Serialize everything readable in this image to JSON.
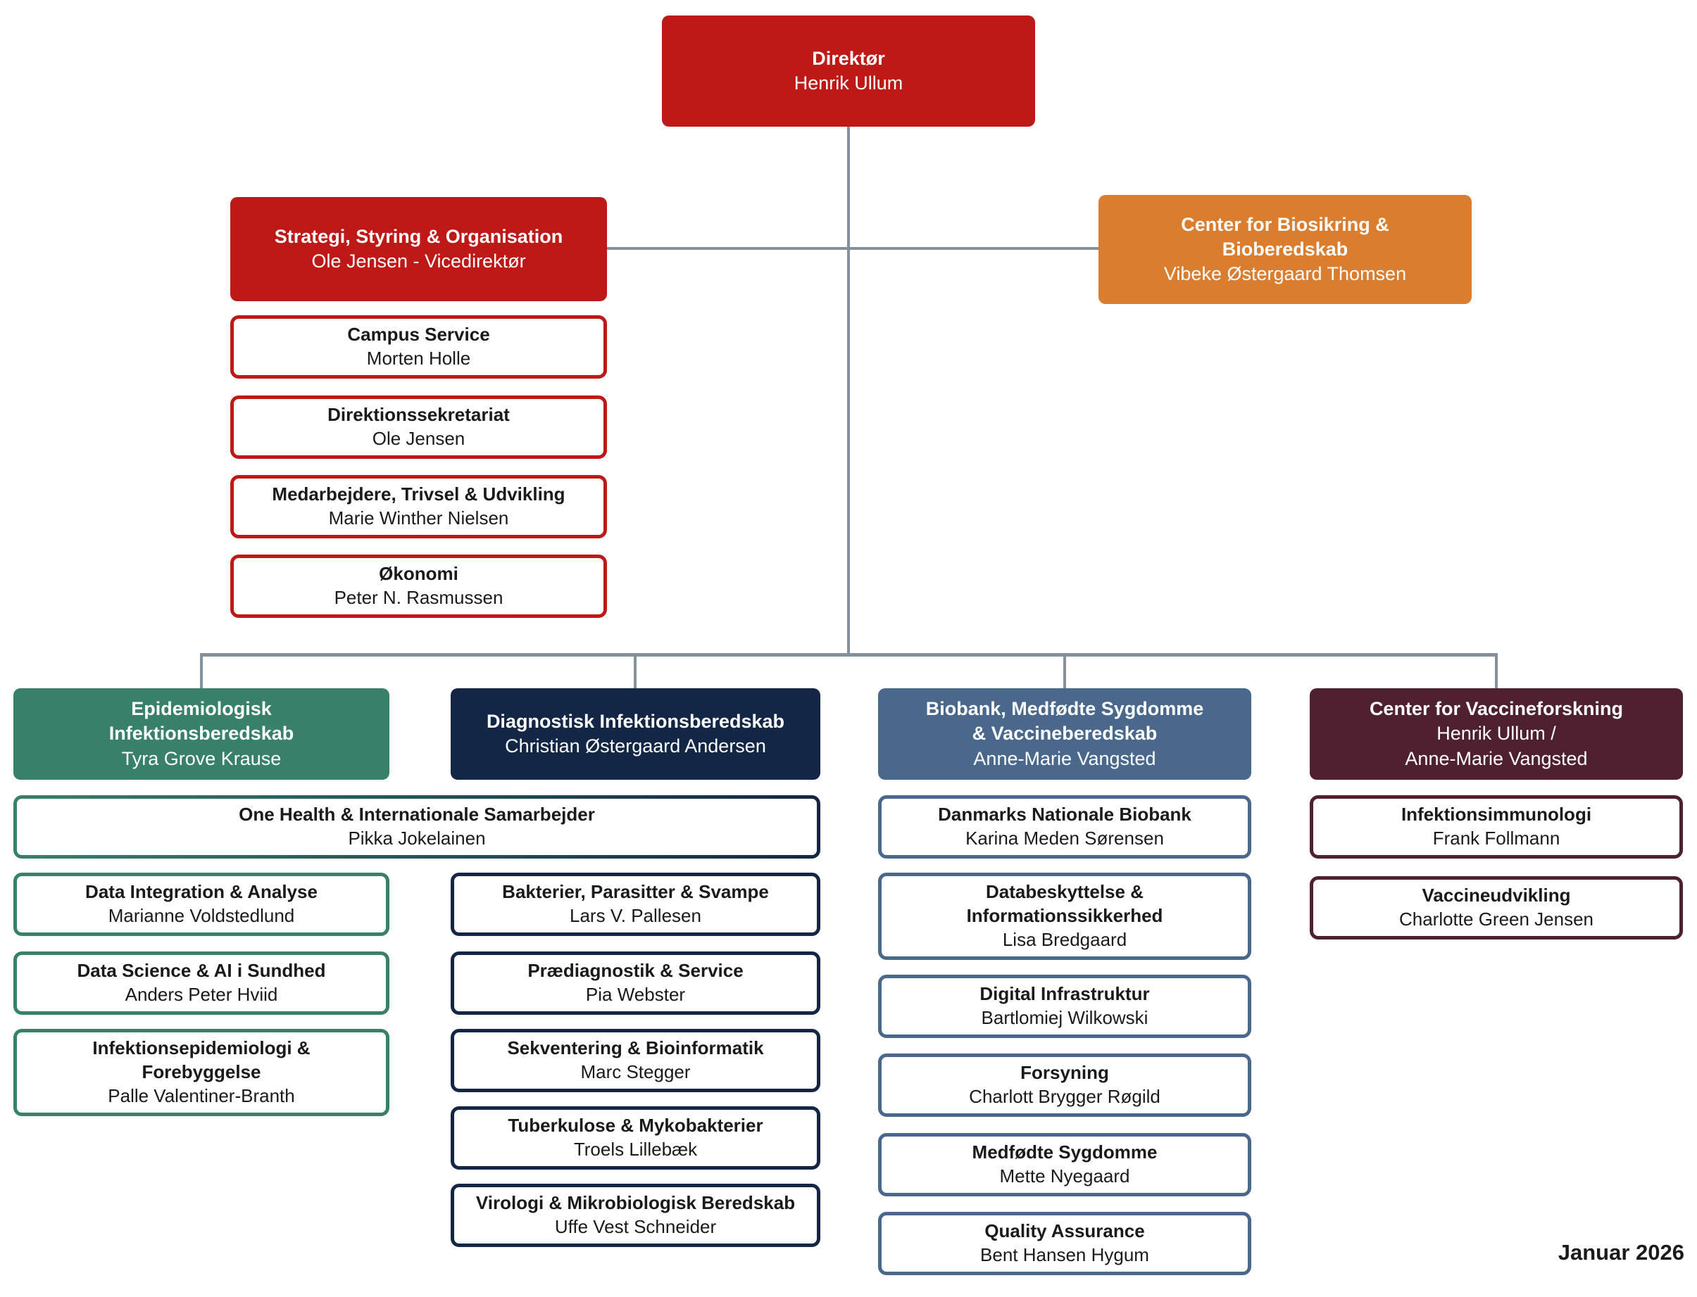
{
  "meta": {
    "date_label": "Januar 2026"
  },
  "colors": {
    "red": "#BE1817",
    "orange": "#DB7D2E",
    "green": "#38806A",
    "navy": "#132645",
    "steel": "#49688C",
    "maroon": "#4F2130",
    "line": "#85909D"
  },
  "director": {
    "title": "Direktør",
    "name": "Henrik Ullum"
  },
  "strategy": {
    "header": {
      "title": "Strategi, Styring & Organisation",
      "name": "Ole Jensen - Vicedirektør"
    },
    "units": [
      {
        "title": "Campus Service",
        "name": "Morten Holle"
      },
      {
        "title": "Direktionssekretariat",
        "name": "Ole Jensen"
      },
      {
        "title": "Medarbejdere, Trivsel & Udvikling",
        "name": "Marie Winther Nielsen"
      },
      {
        "title": "Økonomi",
        "name": "Peter N. Rasmussen"
      }
    ]
  },
  "biosecurity_center": {
    "title": "Center for Biosikring &\nBioberedskab",
    "name": "Vibeke Østergaard Thomsen"
  },
  "cross_unit": {
    "title": "One Health & Internationale Samarbejder",
    "name": "Pikka Jokelainen"
  },
  "divisions": [
    {
      "title": "Epidemiologisk\nInfektionsberedskab",
      "name": "Tyra Grove Krause",
      "units": [
        {
          "title": "Data Integration & Analyse",
          "name": "Marianne Voldstedlund"
        },
        {
          "title": "Data Science & AI i Sundhed",
          "name": "Anders Peter Hviid"
        },
        {
          "title": "Infektionsepidemiologi &\nForebyggelse",
          "name": "Palle Valentiner-Branth"
        }
      ]
    },
    {
      "title": "Diagnostisk Infektionsberedskab",
      "name": "Christian Østergaard Andersen",
      "units": [
        {
          "title": "Bakterier, Parasitter & Svampe",
          "name": "Lars V. Pallesen"
        },
        {
          "title": "Prædiagnostik & Service",
          "name": "Pia Webster"
        },
        {
          "title": "Sekventering & Bioinformatik",
          "name": "Marc Stegger"
        },
        {
          "title": "Tuberkulose & Mykobakterier",
          "name": "Troels Lillebæk"
        },
        {
          "title": "Virologi & Mikrobiologisk Beredskab",
          "name": "Uffe Vest Schneider"
        }
      ]
    },
    {
      "title": "Biobank, Medfødte Sygdomme\n& Vaccineberedskab",
      "name": "Anne-Marie Vangsted",
      "units": [
        {
          "title": "Danmarks Nationale Biobank",
          "name": "Karina Meden Sørensen"
        },
        {
          "title": "Databeskyttelse &\nInformationssikkerhed",
          "name": "Lisa Bredgaard"
        },
        {
          "title": "Digital Infrastruktur",
          "name": "Bartlomiej Wilkowski"
        },
        {
          "title": "Forsyning",
          "name": "Charlott Brygger Røgild"
        },
        {
          "title": "Medfødte Sygdomme",
          "name": "Mette Nyegaard"
        },
        {
          "title": "Quality Assurance",
          "name": "Bent Hansen Hygum"
        }
      ]
    },
    {
      "title": "Center for Vaccineforskning",
      "name": "Henrik Ullum /\nAnne-Marie Vangsted",
      "units": [
        {
          "title": "Infektionsimmunologi",
          "name": "Frank Follmann"
        },
        {
          "title": "Vaccineudvikling",
          "name": "Charlotte Green Jensen"
        }
      ]
    }
  ]
}
